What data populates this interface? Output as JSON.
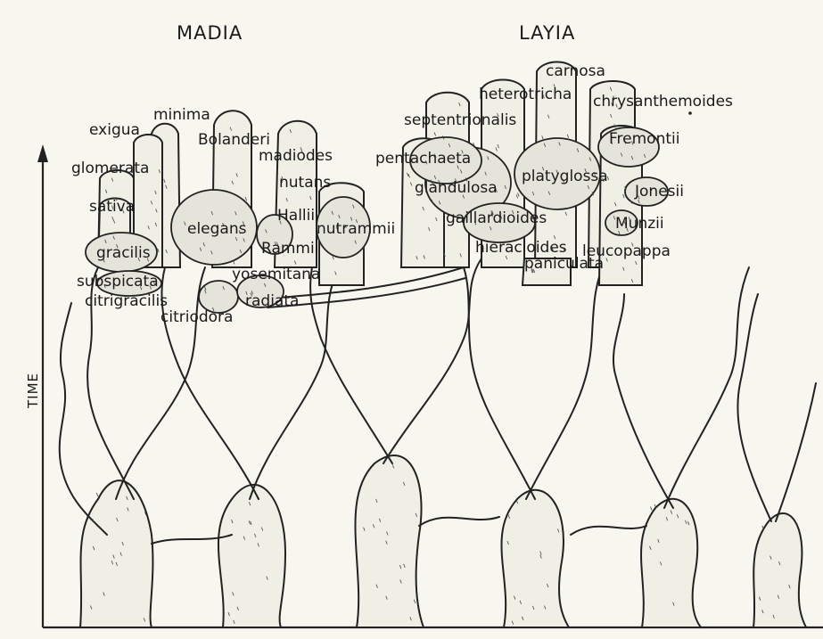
{
  "groups": {
    "left": "MADIA",
    "right": "LAYIA"
  },
  "axis": {
    "label": "TIME"
  },
  "species": [
    {
      "id": "minima",
      "name": "minima"
    },
    {
      "id": "exigua",
      "name": "exigua"
    },
    {
      "id": "bolanderi",
      "name": "Bolanderi"
    },
    {
      "id": "madioides",
      "name": "madiodes"
    },
    {
      "id": "glomerata",
      "name": "glomerata"
    },
    {
      "id": "nutans",
      "name": "nutans"
    },
    {
      "id": "sativa",
      "name": "sativa"
    },
    {
      "id": "elegans",
      "name": "elegans"
    },
    {
      "id": "hallii",
      "name": "Hallii"
    },
    {
      "id": "nutrammii",
      "name": "nutrammii"
    },
    {
      "id": "gracilis",
      "name": "gracilis"
    },
    {
      "id": "rammii",
      "name": "Rammii"
    },
    {
      "id": "yosemitana",
      "name": "yosemitana"
    },
    {
      "id": "subspicata",
      "name": "subspicata"
    },
    {
      "id": "citrigracilis",
      "name": "citrigracilis"
    },
    {
      "id": "radiata",
      "name": "radiata"
    },
    {
      "id": "citriodora",
      "name": "citriodora"
    },
    {
      "id": "carnosa",
      "name": "carnosa"
    },
    {
      "id": "heterotricha",
      "name": "heterotricha"
    },
    {
      "id": "chrysanthemoides",
      "name": "chrysanthemoides"
    },
    {
      "id": "septentrionalis",
      "name": "septentrionalis"
    },
    {
      "id": "fremontii",
      "name": "Fremontii"
    },
    {
      "id": "pentachaeta",
      "name": "pentachaeta"
    },
    {
      "id": "platyglossa",
      "name": "platyglossa"
    },
    {
      "id": "glandulosa",
      "name": "glandulosa"
    },
    {
      "id": "jonesii",
      "name": "Jonesii"
    },
    {
      "id": "gaillardioides",
      "name": "gaillardioides"
    },
    {
      "id": "munzii",
      "name": "Munzii"
    },
    {
      "id": "hieracioides",
      "name": "hieracioides"
    },
    {
      "id": "leucopappa",
      "name": "leucopappa"
    },
    {
      "id": "paniculata",
      "name": "paniculata"
    }
  ]
}
